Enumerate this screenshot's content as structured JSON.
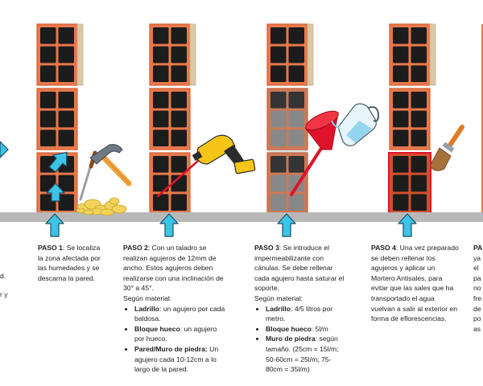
{
  "steps": [
    {
      "title": "PASO 1",
      "text": ": Se localiza la zona afectada por las humedades y se descarna la pared."
    },
    {
      "title": "PASO 2",
      "text": ": Con un taladro se realizan agujeros de 12mm de ancho. Estos agujeros deben realizarse con una inclinación de 30° a 45°.",
      "materials_label": "Según material:",
      "items": [
        {
          "name": "Ladrillo",
          "desc": ": un agujero por cada baldosa."
        },
        {
          "name": "Bloque hueco",
          "desc": ": un agujero por hueco."
        },
        {
          "name": "Pared/Muro de piedra:",
          "desc": " Un agujero cada 10-12cm a lo largo de la pared."
        }
      ]
    },
    {
      "title": "PASO 3",
      "text": ": Se introduce el impermeabilizante con cánulas. Se debe rellenar cada agujero hasta saturar el soporte.",
      "materials_label": "Según material:",
      "items": [
        {
          "name": "Ladrillo",
          "desc": ": 4/5 litros por metro."
        },
        {
          "name": "Bloque hueco",
          "desc": ": 5l/m"
        },
        {
          "name": "Muro de piedra",
          "desc": ": según tamaño. (25cm = 15l/m; 50-60cm = 25l/m; 75-80cm = 35l/m)"
        }
      ]
    },
    {
      "title": "PASO 4",
      "text": ": Una vez preparado se deben rellenar los agujeros y aplicar un Mortero Antisales, para evitar que las sales que ha transportado el agua vuelvan a salir al exterior en forma de eflorescencias."
    }
  ],
  "partial_left_lines": [
    "d.",
    "r y"
  ],
  "partial_right_lines": [
    "PA",
    "ya",
    "el",
    "pa",
    "no",
    "fre",
    "de",
    "po",
    "as"
  ],
  "colors": {
    "brick": "#e8784a",
    "brick_dark": "#d35f33",
    "hole": "#1c1c1c",
    "arrow": "#3cc4e6",
    "arrow_stroke": "#1f4e63",
    "floor": "#b8b8b8",
    "title": "#1b1b1b"
  }
}
